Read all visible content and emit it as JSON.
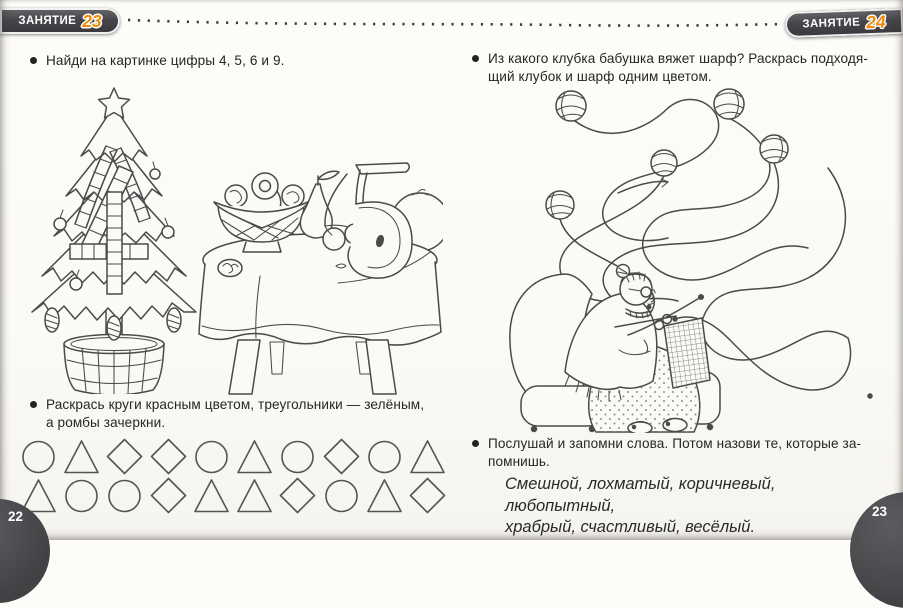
{
  "colors": {
    "page_bg": "#fbfaf6",
    "ink": "#4a4a4a",
    "badge_bg": "#47474b",
    "badge_number_orange": "#f08a0a",
    "corner_bg": "#47474a"
  },
  "left_page": {
    "badge": {
      "label": "ЗАНЯТИЕ",
      "number": "23"
    },
    "page_number": "22",
    "task1": {
      "lines": [
        "Найди на картинке цифры 4, 5, 6 и 9."
      ]
    },
    "illustration": {
      "description": "christmas-tree-in-tub-and-table-with-basket",
      "hidden_digits": [
        "4",
        "5",
        "6",
        "9"
      ]
    },
    "task2": {
      "lines": [
        "Раскрась круги красным цветом, треугольники — зелёным,",
        "а ромбы зачеркни."
      ]
    },
    "shape_rows": [
      [
        "circle",
        "triangle",
        "diamond",
        "diamond",
        "circle",
        "triangle",
        "circle",
        "diamond",
        "circle",
        "triangle"
      ],
      [
        "triangle",
        "circle",
        "circle",
        "diamond",
        "triangle",
        "triangle",
        "diamond",
        "circle",
        "triangle",
        "diamond"
      ]
    ]
  },
  "right_page": {
    "badge": {
      "label": "ЗАНЯТИЕ",
      "number": "24"
    },
    "page_number": "23",
    "task1": {
      "lines": [
        "Из какого клубка бабушка вяжет шарф? Раскрась подходя-",
        "щий клубок и шарф одним цветом."
      ]
    },
    "illustration": {
      "description": "grandma-knitting-scarf-tangled-yarn",
      "yarn_ball_count": 5
    },
    "task2": {
      "lines": [
        "Послушай и запомни слова. Потом назови те, которые за-",
        "помнишь."
      ]
    },
    "words": {
      "lines": [
        "Смешной, лохматый, коричневый, любопытный,",
        "храбрый, счастливый, весёлый."
      ]
    }
  }
}
